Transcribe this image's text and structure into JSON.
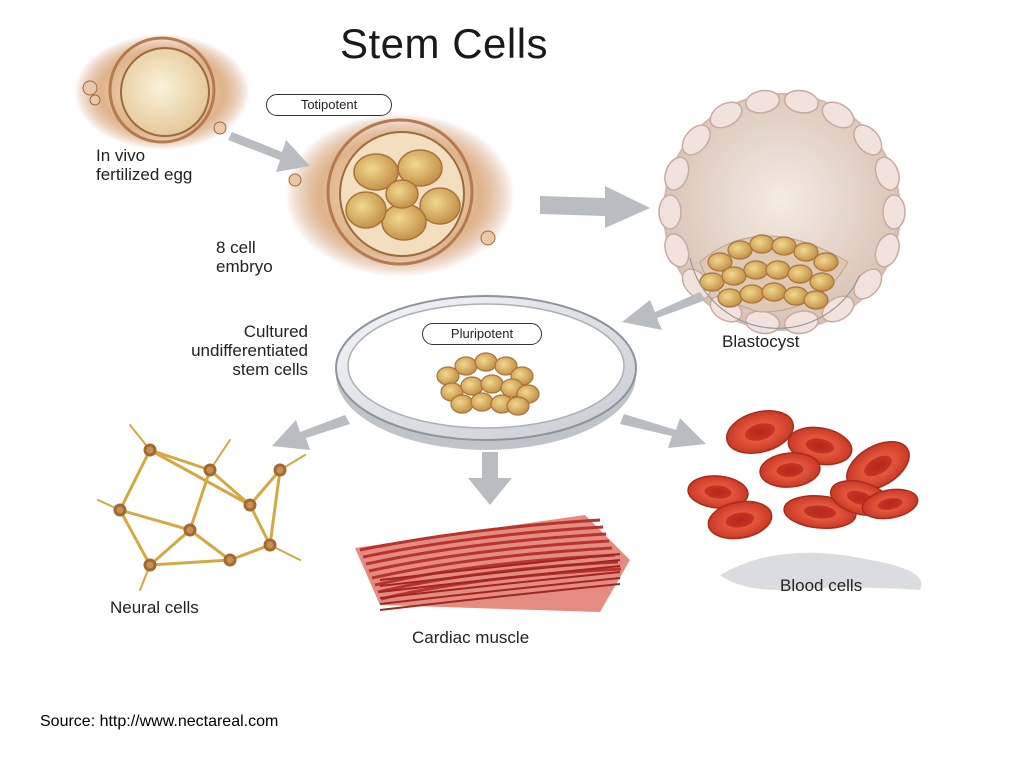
{
  "title": "Stem Cells",
  "badges": {
    "totipotent": "Totipotent",
    "pluripotent": "Pluripotent"
  },
  "labels": {
    "fertilized_egg": "In vivo\nfertilized egg",
    "eight_cell": "8 cell\nembryo",
    "blastocyst": "Blastocyst",
    "cultured": "Cultured\nundifferentiated\nstem cells",
    "neural": "Neural cells",
    "cardiac": "Cardiac muscle",
    "blood": "Blood cells"
  },
  "source": "Source: http://www.nectareal.com",
  "colors": {
    "arrow": "#b9bcc0",
    "egg_outer": "#d9a27a",
    "cell_fill": "#d9b46a",
    "cell_outline": "#a8743b",
    "neural": "#d9b24a",
    "muscle": "#c9413a",
    "blood": "#d8452f"
  }
}
